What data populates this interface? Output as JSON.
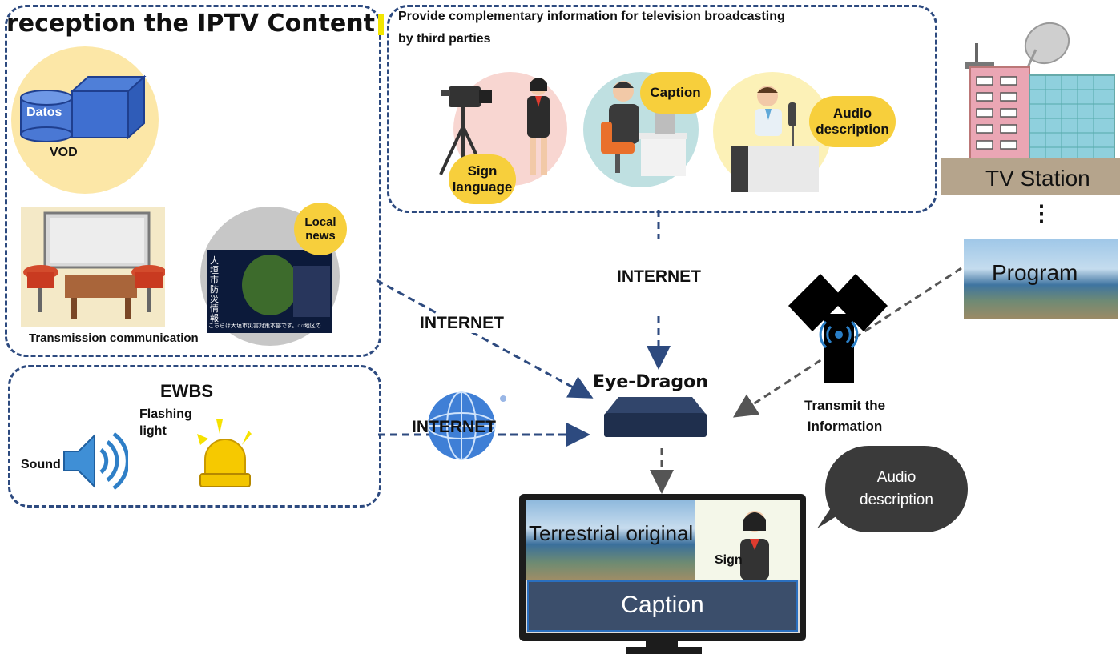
{
  "iptv": {
    "title": "reception the IPTV Content",
    "vod_badge": "Datos",
    "vod_label": "VOD",
    "local_news": "Local\nnews",
    "news_sign": "大垣市防災情報",
    "news_caption": "こちらは大垣市災害対策本部です。○○地区の",
    "transmission_label": "Transmission communication"
  },
  "third_party": {
    "title_line1": "Provide complementary information for television broadcasting",
    "title_line2": "by third parties",
    "sign_language": "Sign\nlanguage",
    "caption": "Caption",
    "audio_description": "Audio\ndescription"
  },
  "station": {
    "tv_station": "TV Station",
    "dots": "⋮",
    "program": "Program"
  },
  "ewbs": {
    "title": "EWBS",
    "flashing_light": "Flashing\nlight",
    "sound": "Sound"
  },
  "internet_labels": {
    "left": "INTERNET",
    "top": "INTERNET",
    "globe": "INTERNET"
  },
  "device": {
    "name": "Eye-Dragon",
    "transmit": "Transmit the\nInformation"
  },
  "monitor": {
    "terrestrial": "Terrestrial original",
    "sign": "Sign",
    "caption": "Caption",
    "speech": "Audio\ndescription"
  },
  "colors": {
    "dashed_border": "#2d4a7f",
    "bubble_yellow": "#f7cf3c",
    "monitor_bar": "#3b4e6b",
    "device_dark": "#1f2f4d"
  }
}
